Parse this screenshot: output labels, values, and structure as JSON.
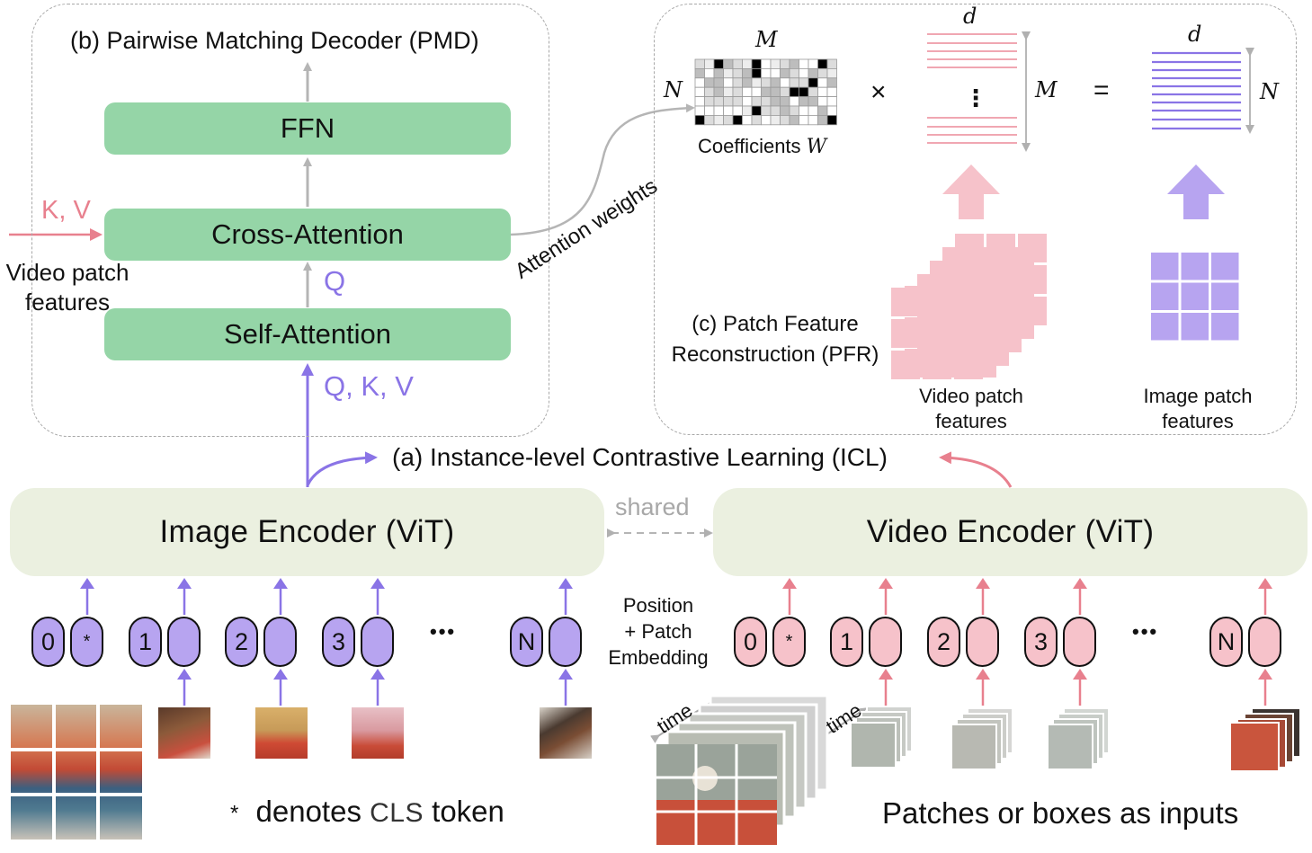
{
  "pmd": {
    "title": "(b) Pairwise Matching Decoder (PMD)",
    "ffn": "FFN",
    "cross_attention": "Cross-Attention",
    "self_attention": "Self-Attention",
    "kv_label": "K, V",
    "q_label": "Q",
    "qkv_label": "Q, K, V",
    "video_patch_features": "Video patch\nfeatures",
    "attention_weights": "Attention weights"
  },
  "pfr": {
    "title": "(c) Patch Feature\nReconstruction (PFR)",
    "coefficients_label": "Coefficients",
    "coefficients_symbol": "W",
    "sym_M": "M",
    "sym_N": "N",
    "sym_d": "d",
    "times": "×",
    "equals": "=",
    "vdots": "⋮",
    "video_patch_features": "Video patch\nfeatures",
    "image_patch_features": "Image patch\nfeatures"
  },
  "icl": {
    "title": "(a) Instance-level Contrastive Learning (ICL)"
  },
  "encoders": {
    "image": "Image Encoder (ViT)",
    "video": "Video Encoder (ViT)",
    "shared": "shared",
    "position_patch_embedding": "Position\n+ Patch\nEmbedding"
  },
  "tokens": {
    "image": [
      "0",
      "*",
      "1",
      "2",
      "3",
      "N"
    ],
    "video": [
      "0",
      "*",
      "1",
      "2",
      "3",
      "N"
    ],
    "ellipsis": "•••"
  },
  "bottom": {
    "cls_star": "*",
    "cls_note_prefix": "denotes",
    "cls_word": "CLS",
    "cls_note_suffix": "token",
    "patches_note": "Patches or boxes as inputs",
    "time_label": "time"
  },
  "colors": {
    "green": "#95d5a7",
    "encoder": "#ebf0e0",
    "purple": "#8a74e6",
    "purple_fill": "#b7a4f0",
    "pink": "#e8808e",
    "pink_fill": "#f6c2ca",
    "gray_arrow": "#b5b5b5"
  }
}
